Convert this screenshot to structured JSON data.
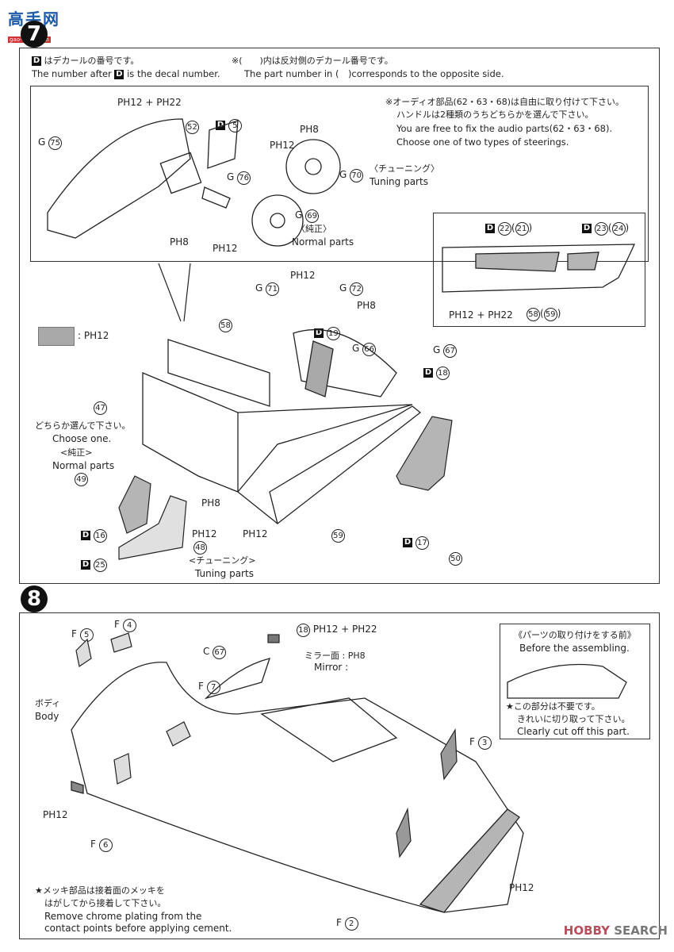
{
  "watermarks": {
    "top_logo": "高手网",
    "top_logo_sub": "gao-shou.com",
    "bottom_brand_a": "HOBBY",
    "bottom_brand_b": "SEARCH"
  },
  "step7": {
    "number": "7",
    "header": {
      "decal_jp": "はデカールの番号です。",
      "decal_en_prefix": "The number after",
      "decal_en_suffix": "is the decal number.",
      "decal_symbol": "D",
      "opposite_jp": "※(　　)内は反対側のデカール番号です。",
      "opposite_en": "The part number in (　)corresponds to the opposite side."
    },
    "dashboard_panel": {
      "note_jp_1": "※オーディオ部品(62・63・68)は自由に取り付けて下さい。",
      "note_jp_2": "ハンドルは2種類のうちどちらかを選んで下さい。",
      "note_en_1": "You are free to fix the audio parts(62・63・68).",
      "note_en_2": "Choose one of two types of steerings.",
      "labels": {
        "ph12_ph22": "PH12 + PH22",
        "part52": "52",
        "d5": "5",
        "g75": "75",
        "ph8_steer": "PH8",
        "ph12_steer": "PH12",
        "g70": "70",
        "tuning_jp": "〈チューニング〉",
        "tuning_en": "Tuning parts",
        "g76": "76",
        "g69": "69",
        "normal_jp": "〈純正〉",
        "normal_en": "Normal parts",
        "ph8_dash": "PH8",
        "ph12_col": "PH12"
      }
    },
    "door_panel": {
      "d_left": "22",
      "d_left_alt": "21",
      "d_right": "23",
      "d_right_alt": "24",
      "paint": "PH12 + PH22",
      "part": "58",
      "part_alt": "59"
    },
    "legend": {
      "swatch_color": "#a9a9a9",
      "paint": "PH12"
    },
    "interior_labels": {
      "g71": "71",
      "ph12_top": "PH12",
      "g72": "72",
      "ph8_top": "PH8",
      "p58": "58",
      "d19": "19",
      "g66": "66",
      "g67": "67",
      "d18": "18",
      "p47": "47",
      "choose_jp": "どちらか選んで下さい。",
      "choose_en": "Choose one.",
      "normal_jp": "<純正>",
      "normal_en": "Normal parts",
      "p49": "49",
      "d16": "16",
      "d25": "25",
      "ph12_seat": "PH12",
      "p48": "48",
      "tuning_jp": "<チューニング>",
      "tuning_en": "Tuning parts",
      "ph8_floor": "PH8",
      "ph12_door": "PH12",
      "p59": "59",
      "d17": "17",
      "p50": "50"
    }
  },
  "step8": {
    "number": "8",
    "labels": {
      "f5": "5",
      "f4": "4",
      "f7": "7",
      "c67": "67",
      "body_jp": "ボディ",
      "body_en": "Body",
      "ph12_front": "PH12",
      "f6": "6",
      "f2": "2",
      "f3": "3",
      "p18": "18",
      "p18_paint": "PH12 + PH22",
      "mirror_jp": "ミラー面",
      "mirror_en": "Mirror",
      "mirror_paint": "PH8",
      "ph12_rear": "PH12"
    },
    "before_box": {
      "title_jp": "《パーツの取り付けをする前》",
      "title_en": "Before the assembling.",
      "note_jp_1": "★この部分は不要です。",
      "note_jp_2": "きれいに切り取って下さい。",
      "note_en": "Clearly cut off this part."
    },
    "chrome_note": {
      "jp_1": "★メッキ部品は接着面のメッキを",
      "jp_2": "はがしてから接着して下さい。",
      "en_1": "Remove chrome plating from the",
      "en_2": "contact points before applying cement."
    }
  }
}
